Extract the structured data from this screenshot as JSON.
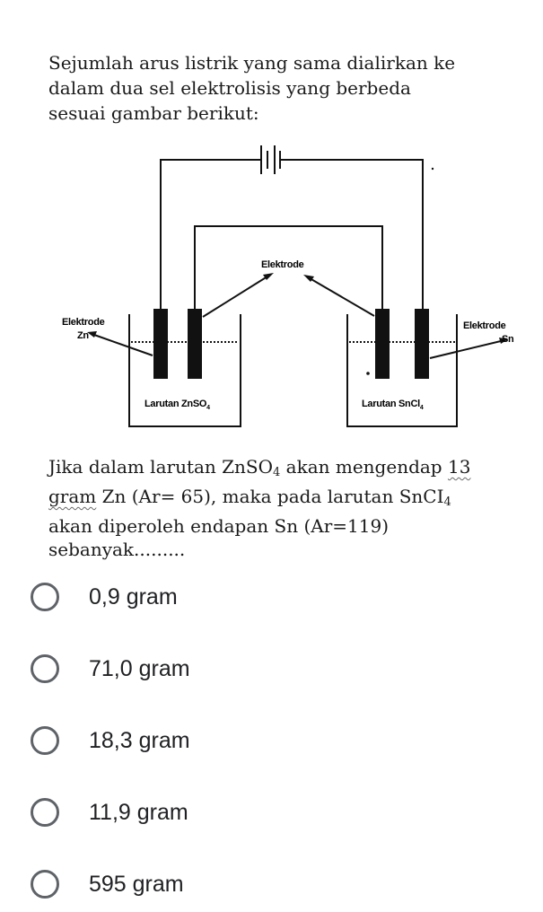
{
  "question": {
    "intro_lines": [
      "Sejumlah arus listrik yang sama dialirkan ke",
      "dalam dua sel elektrolisis yang berbeda",
      "sesuai gambar berikut:"
    ],
    "body": {
      "line1_pre": "Jika dalam larutan ZnSO",
      "line1_sub": "4",
      "line1_post": " akan mengendap ",
      "line1_num": "13",
      "line2_word": "gram",
      "line2_rest": " Zn (Ar= 65), maka pada larutan SnCI",
      "line2_sub": "4",
      "line3": "akan diperoleh endapan Sn (Ar=119)",
      "line4": "sebanyak........."
    }
  },
  "diagram": {
    "electrode_top": "Elektrode",
    "electrode_left_1": "Elektrode",
    "electrode_left_2": "Zn",
    "electrode_right_1": "Elektrode",
    "electrode_right_2": "Sn",
    "solution_left": "Larutan ZnSO",
    "solution_left_sub": "4",
    "solution_right": "Larutan SnCl",
    "solution_right_sub": "4"
  },
  "options": [
    {
      "label": "0,9 gram"
    },
    {
      "label": "71,0 gram"
    },
    {
      "label": "18,3 gram"
    },
    {
      "label": "11,9 gram"
    },
    {
      "label": "595 gram"
    }
  ],
  "colors": {
    "radio_border": "#5f6368",
    "text": "#202124"
  }
}
